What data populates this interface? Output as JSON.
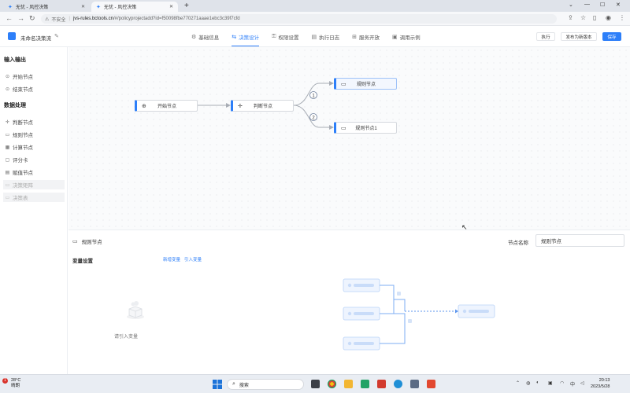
{
  "browser": {
    "tabs": [
      {
        "title": "无忧 - 风控决策",
        "active": false
      },
      {
        "title": "无忧 - 风控决策",
        "active": true
      }
    ],
    "new_tab": "+",
    "window_controls": [
      "⌄",
      "—",
      "☐",
      "✕"
    ],
    "security_label": "不安全",
    "url_host": "jvs-rules.bctools.cn",
    "url_path": "/#/policyprojectadd?id=f50098fbe770271aaae1ebc3c39f7cfd"
  },
  "app": {
    "flow_name": "未命名决策流",
    "nav_tabs": [
      {
        "label": "基础信息",
        "icon": "⚙",
        "active": false
      },
      {
        "label": "决策设计",
        "icon": "⇆",
        "active": true
      },
      {
        "label": "权限设置",
        "icon": "⚿",
        "active": false
      },
      {
        "label": "执行日志",
        "icon": "▤",
        "active": false
      },
      {
        "label": "服务开放",
        "icon": "⊞",
        "active": false
      },
      {
        "label": "调用示例",
        "icon": "▣",
        "active": false
      }
    ],
    "buttons": {
      "run": "执行",
      "publish": "发布为新版本",
      "save": "保存"
    }
  },
  "sidebar": {
    "sections": [
      {
        "title": "输入输出",
        "items": [
          {
            "label": "开始节点",
            "icon": "⊙",
            "disabled": false
          },
          {
            "label": "结束节点",
            "icon": "⊙",
            "disabled": false
          }
        ]
      },
      {
        "title": "数据处理",
        "items": [
          {
            "label": "判断节点",
            "icon": "✛",
            "disabled": false
          },
          {
            "label": "规则节点",
            "icon": "▭",
            "disabled": false
          },
          {
            "label": "计算节点",
            "icon": "▦",
            "disabled": false
          },
          {
            "label": "评分卡",
            "icon": "▢",
            "disabled": false
          },
          {
            "label": "赋值节点",
            "icon": "▤",
            "disabled": false
          },
          {
            "label": "决策矩阵",
            "icon": "▭",
            "disabled": true
          },
          {
            "label": "决策表",
            "icon": "▭",
            "disabled": true
          }
        ]
      }
    ]
  },
  "canvas": {
    "nodes": {
      "start": {
        "label": "开始节点",
        "icon": "⊕"
      },
      "judge": {
        "label": "判断节点",
        "icon": "✛"
      },
      "rule1": {
        "label": "规则节点",
        "icon": "▭"
      },
      "rule2": {
        "label": "规则节点1",
        "icon": "▭"
      }
    },
    "branch_labels": [
      "1",
      "2"
    ]
  },
  "panel": {
    "title": "规则节点",
    "node_name_label": "节点名称",
    "node_name_value": "规则节点",
    "var_settings_label": "变量设置",
    "links": {
      "add_var": "新增变量",
      "import_var": "引入变量"
    },
    "empty_text": "请引入变量"
  },
  "taskbar": {
    "weather_temp": "28°C",
    "weather_desc": "晴朗",
    "weather_badge": "1",
    "search_placeholder": "搜索",
    "tray_lang": "中",
    "time": "20:13",
    "date": "2023/5/28"
  },
  "colors": {
    "accent": "#2d7ff9"
  }
}
